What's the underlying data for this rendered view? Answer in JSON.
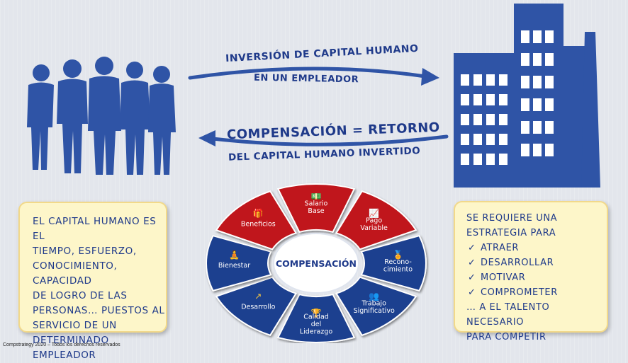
{
  "arrows": {
    "top_line1": "INVERSIÓN DE CAPITAL HUMANO",
    "top_line2": "EN UN EMPLEADOR",
    "bottom_line1": "COMPENSACIÓN = RETORNO",
    "bottom_line2": "DEL CAPITAL HUMANO INVERTIDO"
  },
  "left_note": {
    "lines": [
      "EL CAPITAL HUMANO ES EL",
      "TIEMPO, ESFUERZO,",
      "CONOCIMIENTO, CAPACIDAD",
      "DE LOGRO DE LAS",
      "PERSONAS… PUESTOS AL",
      "SERVICIO DE UN",
      "DETERMINADO EMPLEADOR"
    ]
  },
  "right_note": {
    "intro1": "SE REQUIERE UNA",
    "intro2": "ESTRATEGIA PARA",
    "items": [
      "ATRAER",
      "DESARROLLAR",
      "MOTIVAR",
      "COMPROMETER"
    ],
    "outro1": "… A EL TALENTO NECESARIO",
    "outro2": "PARA COMPETIR"
  },
  "wheel": {
    "center": "COMPENSACIÓN",
    "segments": [
      {
        "lines": [
          "Salario",
          "Base"
        ],
        "icon": "money-icon",
        "color": "#c0161c"
      },
      {
        "lines": [
          "Pago",
          "Variable"
        ],
        "icon": "bar-growth-icon",
        "color": "#c0161c"
      },
      {
        "lines": [
          "Recono-",
          "cimiento"
        ],
        "icon": "medal-icon",
        "color": "#1f3f8f"
      },
      {
        "lines": [
          "Trabajo",
          "Significativo"
        ],
        "icon": "team-icon",
        "color": "#1f3f8f"
      },
      {
        "lines": [
          "Calidad",
          "del",
          "Liderazgo"
        ],
        "icon": "leader-icon",
        "color": "#1f3f8f"
      },
      {
        "lines": [
          "Desarrollo"
        ],
        "icon": "climb-arrow-icon",
        "color": "#1f3f8f"
      },
      {
        "lines": [
          "Bienestar"
        ],
        "icon": "meditation-icon",
        "color": "#1f3f8f"
      },
      {
        "lines": [
          "Beneficios"
        ],
        "icon": "benefits-icon",
        "color": "#c0161c"
      }
    ]
  },
  "footer": "Compstrategy 2020 – Todos los derechos reservados",
  "colors": {
    "silhouette": "#2f54a6",
    "text": "#1f3a8a",
    "note_bg": "#fdf6c9"
  }
}
